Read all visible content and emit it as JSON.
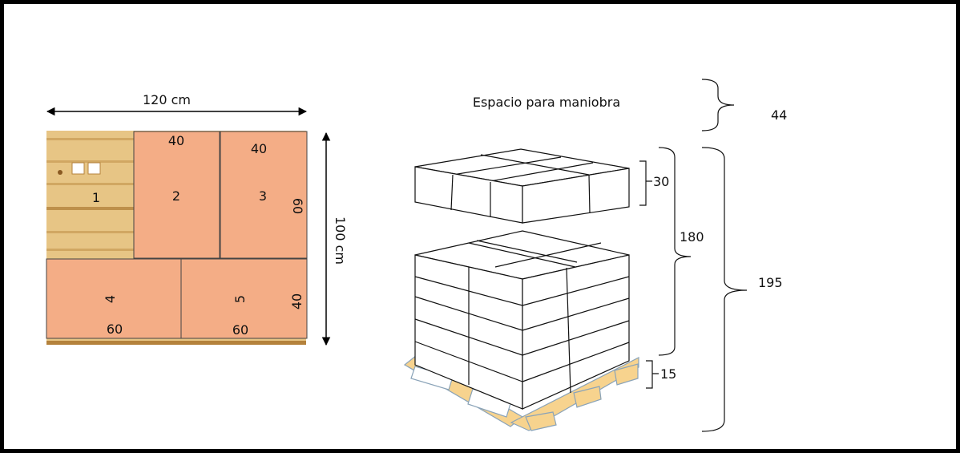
{
  "top_view": {
    "width_label": "120 cm",
    "height_label": "100 cm",
    "boxes": [
      {
        "number": "1"
      },
      {
        "number": "2",
        "dim_top": "40"
      },
      {
        "number": "3",
        "dim_top": "40",
        "dim_side": "60"
      },
      {
        "number": "4",
        "dim_bottom": "60"
      },
      {
        "number": "5",
        "dim_bottom": "60",
        "dim_side": "40"
      }
    ],
    "colors": {
      "box": "#f4ad86",
      "wood": "#e7c585",
      "wood_dark": "#c89a52"
    }
  },
  "side_view": {
    "maneuver_label": "Espacio para maniobra",
    "maneuver_value": "44",
    "layer_value": "30",
    "stack_value": "180",
    "pallet_value": "15",
    "total_value": "195",
    "colors": {
      "pallet": "#f7d38e"
    }
  }
}
